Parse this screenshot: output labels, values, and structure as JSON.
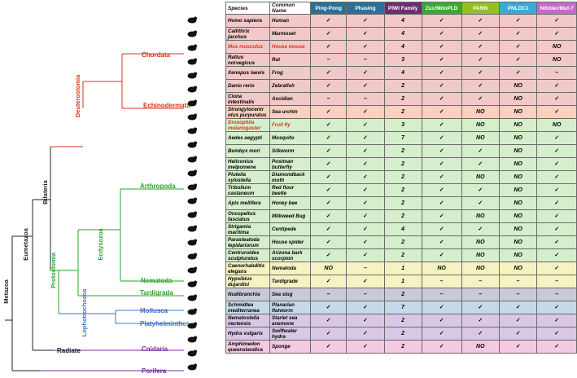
{
  "columns": [
    "Species",
    "Common Name",
    "Ping-Pong",
    "Phasing",
    "PIWI Family",
    "Zuc/MitoPLD",
    "PARN",
    "PNLDC1",
    "Nibbler/Mut-7"
  ],
  "header_colors": [
    "#ffffff",
    "#ffffff",
    "#2f6f93",
    "#2f6f93",
    "#6a2f6f",
    "#3aaa35",
    "#93c01f",
    "#3aa9d8",
    "#c26cc4"
  ],
  "rows": [
    {
      "species": "Homo sapiens",
      "common": "Human",
      "cells": [
        "✓",
        "✓",
        "4",
        "✓",
        "✓",
        "✓",
        "✓"
      ],
      "bg": "#f2c9c9",
      "icon": "human-icon"
    },
    {
      "species": "Callithrix jacchus",
      "common": "Marmoset",
      "cells": [
        "✓",
        "✓",
        "4",
        "✓",
        "✓",
        "✓",
        "✓"
      ],
      "bg": "#f2c9c9",
      "icon": "marmoset-icon"
    },
    {
      "species": "Mus musculus",
      "common": "House mouse",
      "cells": [
        "✓",
        "✓",
        "4",
        "✓",
        "✓",
        "✓",
        "NO"
      ],
      "bg": "#f2c9c9",
      "highlight": true,
      "icon": "mouse-icon"
    },
    {
      "species": "Rattus norvegicus",
      "common": "Rat",
      "cells": [
        "–",
        "–",
        "3",
        "✓",
        "✓",
        "✓",
        "NO"
      ],
      "bg": "#f2c9c9",
      "icon": "rat-icon"
    },
    {
      "species": "Xenopus laevis",
      "common": "Frog",
      "cells": [
        "✓",
        "✓",
        "4",
        "✓",
        "✓",
        "✓",
        "–"
      ],
      "bg": "#f2c9c9",
      "icon": "frog-icon"
    },
    {
      "species": "Danio rerio",
      "common": "Zebrafish",
      "cells": [
        "✓",
        "✓",
        "2",
        "✓",
        "✓",
        "NO",
        "✓"
      ],
      "bg": "#f2c9c9",
      "icon": "fish-icon"
    },
    {
      "species": "Ciona intestinalis",
      "common": "Ascidian",
      "cells": [
        "–",
        "–",
        "2",
        "✓",
        "✓",
        "NO",
        "✓"
      ],
      "bg": "#f2c9c9",
      "icon": "ascidian-icon"
    },
    {
      "species": "Strongylocentr otus purpuratus",
      "common": "Sea urchin",
      "cells": [
        "✓",
        "✓",
        "2",
        "✓",
        "NO",
        "NO",
        "✓"
      ],
      "bg": "#fbd0bf",
      "icon": "urchin-icon"
    },
    {
      "species": "Drosophila melanogaster",
      "common": "Fruit fly",
      "cells": [
        "✓",
        "✓",
        "3",
        "✓",
        "NO",
        "NO",
        "NO"
      ],
      "bg": "#d5eecb",
      "highlight": true,
      "icon": "fly-icon"
    },
    {
      "species": "Aedes aegypti",
      "common": "Mosquito",
      "cells": [
        "✓",
        "✓",
        "7",
        "✓",
        "NO",
        "NO",
        "✓"
      ],
      "bg": "#d5eecb",
      "icon": "mosquito-icon"
    },
    {
      "species": "Bombyx mori",
      "common": "Silkworm",
      "cells": [
        "✓",
        "✓",
        "2",
        "✓",
        "✓",
        "NO",
        "✓"
      ],
      "bg": "#d5eecb",
      "icon": "silkworm-icon"
    },
    {
      "species": "Heliconius melpomene",
      "common": "Postman butterfly",
      "cells": [
        "✓",
        "✓",
        "2",
        "✓",
        "✓",
        "NO",
        "✓"
      ],
      "bg": "#d5eecb",
      "icon": "butterfly-icon"
    },
    {
      "species": "Plutella xylostella",
      "common": "Diamondback moth",
      "cells": [
        "✓",
        "✓",
        "2",
        "✓",
        "NO",
        "NO",
        "✓"
      ],
      "bg": "#d5eecb",
      "icon": "moth-icon"
    },
    {
      "species": "Tribolium castaneum",
      "common": "Red flour beetle",
      "cells": [
        "✓",
        "✓",
        "2",
        "✓",
        "✓",
        "NO",
        "✓"
      ],
      "bg": "#d5eecb",
      "icon": "beetle-icon"
    },
    {
      "species": "Apis mellifera",
      "common": "Honey bee",
      "cells": [
        "✓",
        "✓",
        "2",
        "✓",
        "✓",
        "NO",
        "✓"
      ],
      "bg": "#d5eecb",
      "icon": "bee-icon"
    },
    {
      "species": "Oncopeltus fasciatus",
      "common": "Milkweed Bug",
      "cells": [
        "✓",
        "✓",
        "2",
        "✓",
        "NO",
        "NO",
        "✓"
      ],
      "bg": "#d5eecb",
      "icon": "bug-icon"
    },
    {
      "species": "Strigamia maritima",
      "common": "Centipede",
      "cells": [
        "✓",
        "✓",
        "4",
        "✓",
        "✓",
        "NO",
        "✓"
      ],
      "bg": "#d5eecb",
      "icon": "centipede-icon"
    },
    {
      "species": "Parasteatoda tepidariorum",
      "common": "House spider",
      "cells": [
        "✓",
        "✓",
        "2",
        "✓",
        "NO",
        "NO",
        "✓"
      ],
      "bg": "#d5eecb",
      "icon": "spider-icon"
    },
    {
      "species": "Centruroides sculpturatus",
      "common": "Arizona bark scorpion",
      "cells": [
        "✓",
        "✓",
        "2",
        "✓",
        "NO",
        "NO",
        "✓"
      ],
      "bg": "#d5eecb",
      "icon": "scorpion-icon"
    },
    {
      "species": "Caenorhabditis elegans",
      "common": "Nematoda",
      "cells": [
        "NO",
        "–",
        "1",
        "NO",
        "NO",
        "NO",
        "✓"
      ],
      "bg": "#f6f3c3",
      "icon": "worm-icon"
    },
    {
      "species": "Hypsibius dujardini",
      "common": "Tardigrade",
      "cells": [
        "✓",
        "✓",
        "1",
        "–",
        "–",
        "–",
        "–"
      ],
      "bg": "#f6f3c3",
      "icon": "tardigrade-icon"
    },
    {
      "species": "Nudibranchia",
      "common": "Sea slug",
      "cells": [
        "–",
        "–",
        "2",
        "–",
        "–",
        "–",
        "–"
      ],
      "bg": "#c9c9d8",
      "icon": "slug-icon"
    },
    {
      "species": "Schmidtea mediterranea",
      "common": "Planarian flatworm",
      "cells": [
        "✓",
        "✓",
        "7",
        "✓",
        "✓",
        "✓",
        "✓"
      ],
      "bg": "#c5d9ea",
      "icon": "planarian-icon"
    },
    {
      "species": "Nematostella vectensis",
      "common": "Starlet sea anemone",
      "cells": [
        "✓",
        "✓",
        "2",
        "✓",
        "✓",
        "✓",
        "✓"
      ],
      "bg": "#d8c8e6",
      "icon": "anemone-icon"
    },
    {
      "species": "Hydra vulgaris",
      "common": "Swiftwater hydra",
      "cells": [
        "✓",
        "✓",
        "2",
        "✓",
        "✓",
        "✓",
        "✓"
      ],
      "bg": "#d8c8e6",
      "icon": "hydra-icon"
    },
    {
      "species": "Amphimedon queenslandica",
      "common": "Sponge",
      "cells": [
        "✓",
        "✓",
        "2",
        "✓",
        "NO",
        "✓",
        "✓"
      ],
      "bg": "#f3c9e3",
      "icon": "sponge-icon"
    }
  ],
  "tree_labels": {
    "metazoa": "Metazoa",
    "eumetazoa": "Eumetazoa",
    "bilateria": "Bilateria",
    "deuterostomia": "Deuterostomia",
    "protostomia": "Protostomia",
    "ecdysozoa": "Ecdysozoa",
    "lophotrochozoa": "Lophotrochozoa",
    "chordata": "Chordata",
    "echinodermata": "Echinodermata",
    "arthropoda": "Arthropoda",
    "nematoda": "Nematoda",
    "tardigrada": "Tardigrada",
    "mollusca": "Mollusca",
    "platyhelminthes": "Platyhelminthes",
    "radiate": "Radiate",
    "cnidaria": "Cnidaria",
    "porifera": "Porifera"
  },
  "tree_colors": {
    "black": "#222222",
    "red": "#d8341c",
    "orange": "#d8341c",
    "green": "#2ca02c",
    "blue": "#3d74c4",
    "purple": "#7a2aa0"
  }
}
